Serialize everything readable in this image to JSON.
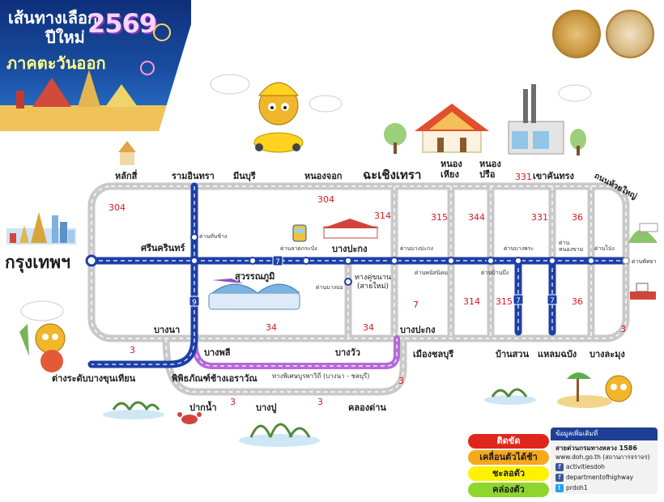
{
  "banner": {
    "line1": "เส้นทางเลือก",
    "line2": "ปีใหม่",
    "year": "2569",
    "line3": "ภาคตะวันออก"
  },
  "places": {
    "bangkok": "กรุงเทพฯ",
    "chachoengsao": "ฉะเชิงเทรา",
    "lak_si": "หลักสี่",
    "ram_intra": "รามอินทรา",
    "min_buri": "มีนบุรี",
    "nong_chok": "หนองจอก",
    "nong_khiao": "หนอง\nเหียง",
    "nong_prue": "หนอง\nปรือ",
    "khao_khan_song": "เขาคันทรง",
    "huay_yai_road": "ถนนห้วยใหญ่",
    "srinakharin": "ศรีนครินทร์",
    "suvarnabhumi": "สุวรรณภูมิ",
    "bang_pakong_mid": "บางปะกง",
    "tang_khu_khanan": "ทางคู่ขนาน\n(สายใหม่)",
    "bang_na": "บางนา",
    "bang_phli": "บางพลี",
    "bang_wua": "บางวัว",
    "bang_pakong_bottom": "บางปะกง",
    "mueang_chonburi": "เมืองชลบุรี",
    "ban_suan": "บ้านสวน",
    "laem_chabang": "แหลมฉบัง",
    "bang_lamung": "บางละมุง",
    "bang_khun_thian": "ต่างระดับบางขุนเทียน",
    "erawan_museum": "พิพิธภัณฑ์ช้างเอราวัณ",
    "pak_nam": "ปากน้ำ",
    "bang_pu": "บางปู",
    "khlong_dan": "คลองด่าน"
  },
  "toll_labels": {
    "thap_chang": "ด่านทับช้าง",
    "lat_krabang": "ด่านลาดกระบัง",
    "bang_bo": "ด่านบางบ่อ",
    "bang_pakong": "ด่านบางปะกง",
    "phanat_nikhom": "ด่านพนัสนิคม",
    "bang_phra": "ด่านบางพระ",
    "ban_bueng": "ด่านบ้านบึง",
    "nong_kham": "ด่าน\nหนองขาม",
    "pong": "ด่านโป่ง",
    "pattaya": "ด่านพัทยา",
    "bypass_label": "ทางพิเศษบูรพาวิถี (บางนา - ชลบุรี)"
  },
  "route_numbers": {
    "r304a": "304",
    "r304b": "304",
    "r314a": "314",
    "r315a": "315",
    "r344": "344",
    "r331a": "331",
    "r331b": "331",
    "r36a": "36",
    "r36b": "36",
    "r314b": "314",
    "r315b": "315",
    "r7": "7",
    "r3a": "3",
    "r3b": "3",
    "r3c": "3",
    "r3d": "3",
    "r3e": "3",
    "r34a": "34",
    "r34b": "34"
  },
  "legend": [
    {
      "label": "ติดขัด",
      "color": "#e0261b"
    },
    {
      "label": "เคลื่อนตัวได้ช้า",
      "color": "#f7a81b"
    },
    {
      "label": "ชะลอตัว",
      "color": "#fff200"
    },
    {
      "label": "คล่องตัว",
      "color": "#8ed62e"
    }
  ],
  "info": {
    "header": "ข้อมูลเพิ่มเติมที่",
    "hotline": "สายด่วนกรมทางหลวง 1586",
    "website": "www.doh.go.th (สถานการจราจร)",
    "facebook1": "activitiesdoh",
    "facebook2": "departmentofhighway",
    "twitter": "prdoh1"
  },
  "colors": {
    "road_gray": "#c8c8c8",
    "motorway_blue": "#1e3fa8",
    "expressway_purple": "#b56ad8",
    "route_number_red": "#d71920"
  },
  "icons": [
    "mascot-icon",
    "temple-icon",
    "factory-icon",
    "airport-icon",
    "train-icon",
    "mangrove-icon",
    "beach-icon",
    "crab-icon",
    "tree-icon"
  ]
}
